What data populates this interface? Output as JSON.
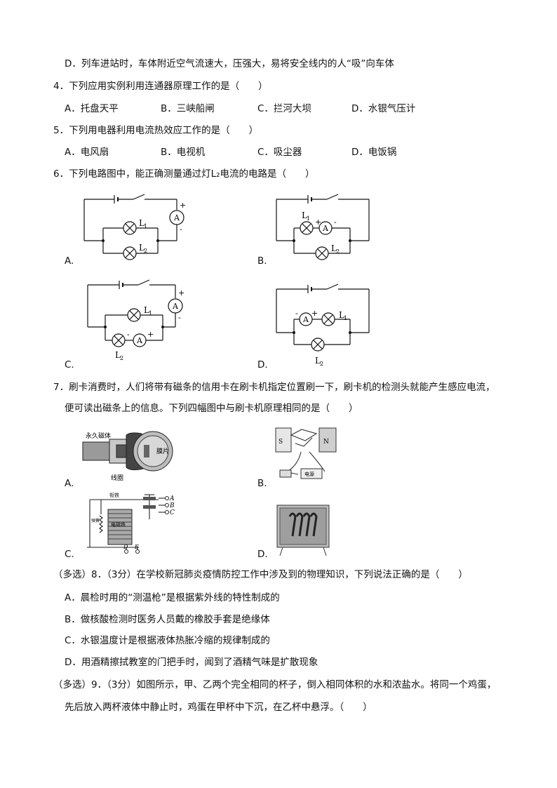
{
  "lines": {
    "l1": "D．列车进站时，车体附近空气流速大，压强大，易将安全线内的人“吸”向车体",
    "q4": "4．下列应用实例利用连通器原理工作的是（　　）",
    "q5": "5．下列用电器利用电流热效应工作的是（　　）",
    "q6": "6．下列电路图中，能正确测量通过灯L₂电流的电路是（　　）",
    "q7a": "7．刷卡消费时，人们将带有磁条的信用卡在刷卡机指定位置刷一下，刷卡机的检测头就能产生感应电流，",
    "q7b": "便可读出磁条上的信息。下列四幅图中与刷卡机原理相同的是（　　）",
    "q8": "（多选）8．（3分）在学校新冠肺炎疫情防控工作中涉及到的物理知识，下列说法正确的是（　　）",
    "q8A": "A．晨检时用的“测温枪”是根据紫外线的特性制成的",
    "q8B": "B．做核酸检测时医务人员戴的橡胶手套是绝缘体",
    "q8C": "C．水银温度计是根据液体热胀冷缩的规律制成的",
    "q8D": "D．用酒精擦拭教室的门把手时，闻到了酒精气味是扩散现象",
    "q9a": "（多选）9．（3分）如图所示，甲、乙两个完全相同的杯子，倒入相同体积的水和浓盐水。将同一个鸡蛋，",
    "q9b": "先后放入两杯液体中静止时，鸡蛋在甲杯中下沉，在乙杯中悬浮。（　　）"
  },
  "q4_options": [
    "A．托盘天平",
    "B．三峡船闸",
    "C．拦河大坝",
    "D．水银气压计"
  ],
  "q5_options": [
    "A．电风扇",
    "B．电视机",
    "C．吸尘器",
    "D．电饭锅"
  ],
  "q6_labels": [
    "A.",
    "B.",
    "C.",
    "D."
  ],
  "q7_labels": [
    "A.",
    "B.",
    "C.",
    "D."
  ],
  "circuit": {
    "L1": "L",
    "L1_sub": "1",
    "L2": "L",
    "L2_sub": "2",
    "ammeter": "A",
    "plus": "+",
    "minus": "-"
  },
  "q7_pics": {
    "a_magnet": "永久磁体",
    "a_coil": "线圈",
    "a_film": "膜片",
    "b_s": "S",
    "b_n": "N",
    "b_power": "电源",
    "c_iron": "衔铁",
    "c_spring": "弹簧",
    "c_magnet": "电磁铁",
    "c_A": "A",
    "c_B": "B",
    "c_C": "C",
    "c_D": "D",
    "c_E": "E"
  }
}
